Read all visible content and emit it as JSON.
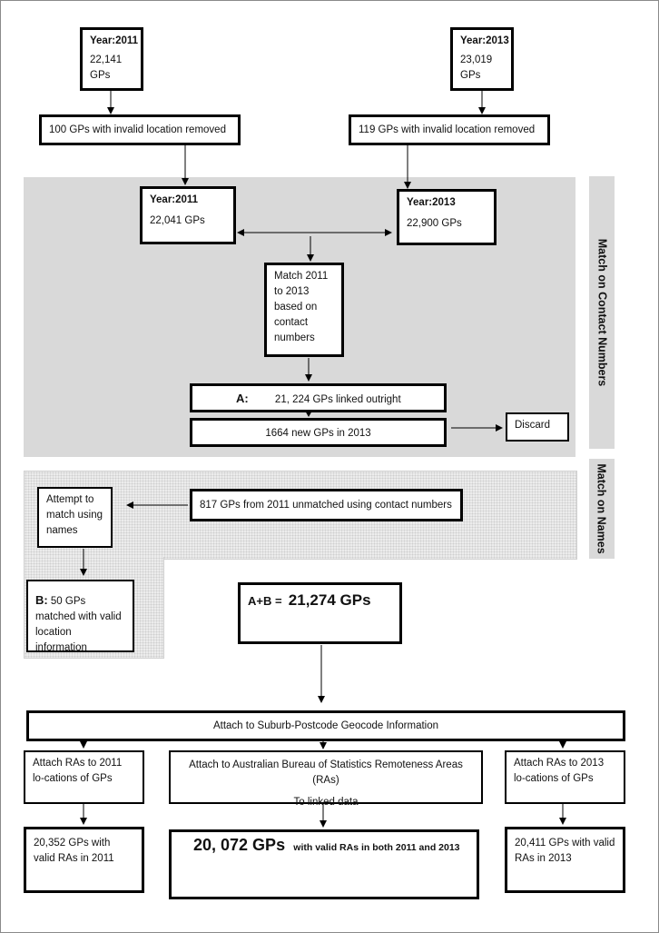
{
  "top_2011": {
    "year": "Year:2011",
    "count": "22,141 GPs"
  },
  "top_2013": {
    "year": "Year:2013",
    "count": "23,019 GPs"
  },
  "removed_2011": "100 GPs with invalid location removed",
  "removed_2013": "119 GPs with invalid location removed",
  "mid_2011": {
    "year": "Year:2011",
    "count": "22,041 GPs"
  },
  "mid_2013": {
    "year": "Year:2013",
    "count": "22,900 GPs"
  },
  "match_box": "Match 2011 to 2013 based on contact numbers",
  "linked": {
    "label": "A:",
    "text": "21, 224  GPs linked outright"
  },
  "new_gps": "1664 new GPs in 2013",
  "discard": "Discard",
  "side_contact": "Match on Contact Numbers",
  "side_names": "Match on Names",
  "unmatched": "817  GPs from 2011 unmatched using contact  numbers",
  "attempt": "Attempt to match using names",
  "matched_names": {
    "label": "B:",
    "text": " 50 GPs matched with valid location information"
  },
  "total": {
    "label": "A+B =",
    "value": "21,274 GPs"
  },
  "attach_geocode": "Attach to Suburb-Postcode Geocode  Information",
  "attach_2011": "Attach RAs to 2011 lo-cations of GPs",
  "attach_abs": "Attach to Australian Bureau of Statistics Remoteness Areas (RAs)",
  "attach_abs_sub": "To linked data",
  "attach_2013": "Attach RAs to 2013 lo-cations of GPs",
  "valid_2011": "20,352 GPs with valid RAs in 2011",
  "valid_both": {
    "value": "20, 072 GPs",
    "text": "with valid RAs in both 2011 and 2013"
  },
  "valid_2013": "20,411 GPs with valid RAs in 2013"
}
